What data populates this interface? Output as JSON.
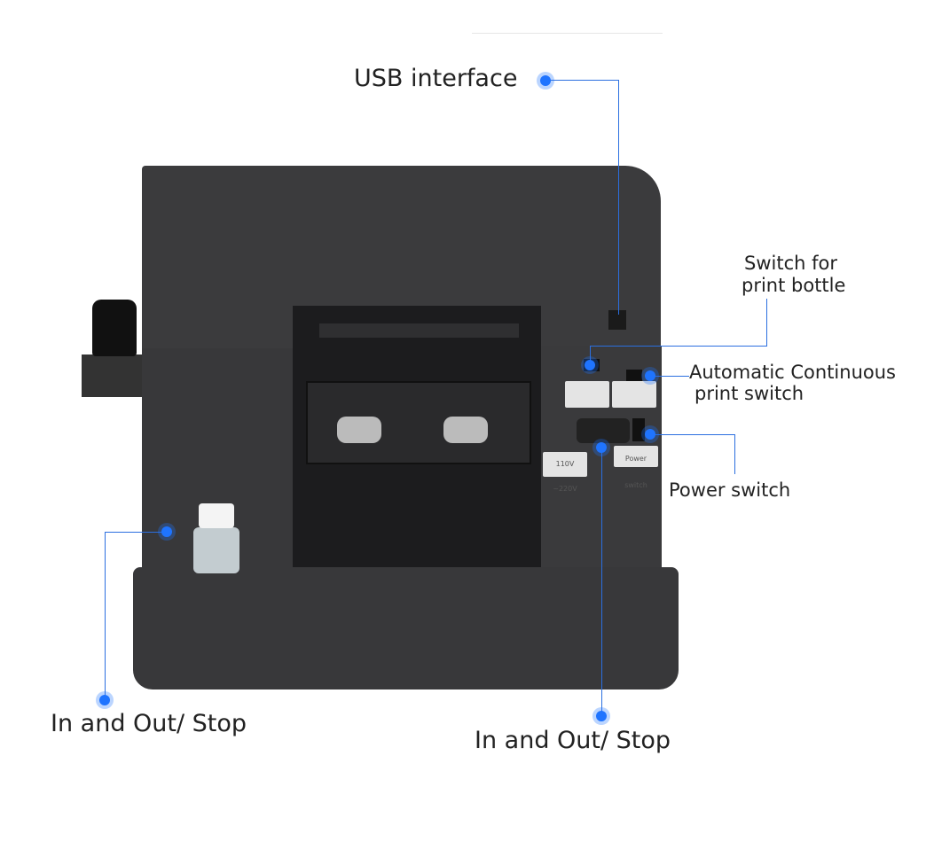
{
  "callouts": {
    "usb": "USB interface",
    "print_bottle_1": "Switch for",
    "print_bottle_2": "print bottle",
    "auto_print_1": "Automatic Continuous",
    "auto_print_2": "print switch",
    "power": "Power switch",
    "in_out_left": "In and Out/ Stop",
    "in_out_bottom": "In and Out/ Stop"
  },
  "printer_labels": {
    "voltage": "110V ~220V",
    "power_switch_sticker": "Power switch"
  },
  "colors": {
    "accent": "#1f74ff",
    "body": "#3a3a3c"
  }
}
